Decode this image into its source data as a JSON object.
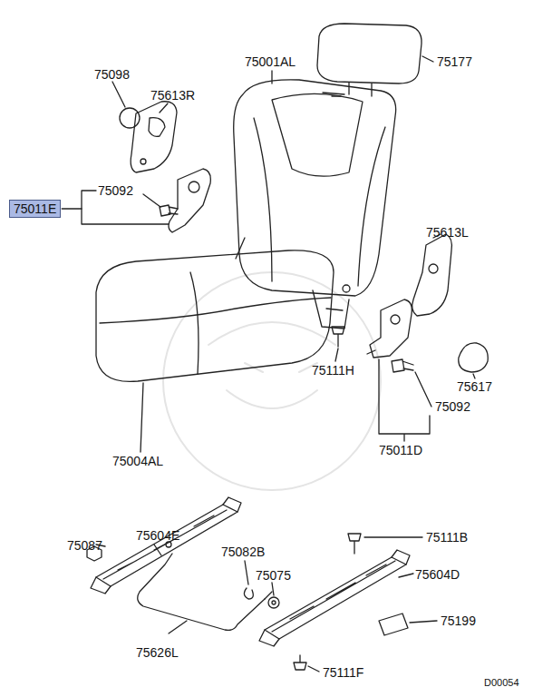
{
  "diagram": {
    "nodes": [
      {
        "text": [
          "75011E"
        ]
      }
    ],
    "labels": [
      "75098",
      "75001AL",
      "75177",
      "75613R",
      "75092",
      "75613L",
      "75111H",
      "75617",
      "75092",
      "75011D",
      "75004AL",
      "75604E",
      "75087",
      "75111B",
      "75082B",
      "75075",
      "75604D",
      "75199",
      "75626L",
      "75111F",
      "D00054"
    ]
  }
}
